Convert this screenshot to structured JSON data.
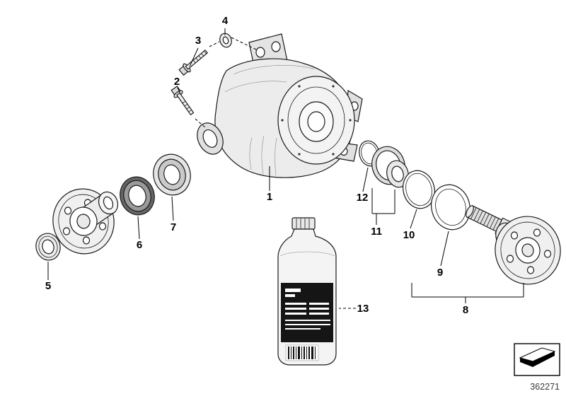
{
  "diagram": {
    "drawing_number": "362271",
    "corner_icon": "direction-wedge-icon",
    "parts": [
      {
        "label": "1"
      },
      {
        "label": "2"
      },
      {
        "label": "3"
      },
      {
        "label": "4"
      },
      {
        "label": "5"
      },
      {
        "label": "6"
      },
      {
        "label": "7"
      },
      {
        "label": "8"
      },
      {
        "label": "9"
      },
      {
        "label": "10"
      },
      {
        "label": "11"
      },
      {
        "label": "12"
      },
      {
        "label": "13"
      }
    ]
  },
  "colors": {
    "line": "#1a1a1a",
    "background": "#ffffff",
    "fill_light": "#ececec",
    "bottle_label": "#151515"
  }
}
